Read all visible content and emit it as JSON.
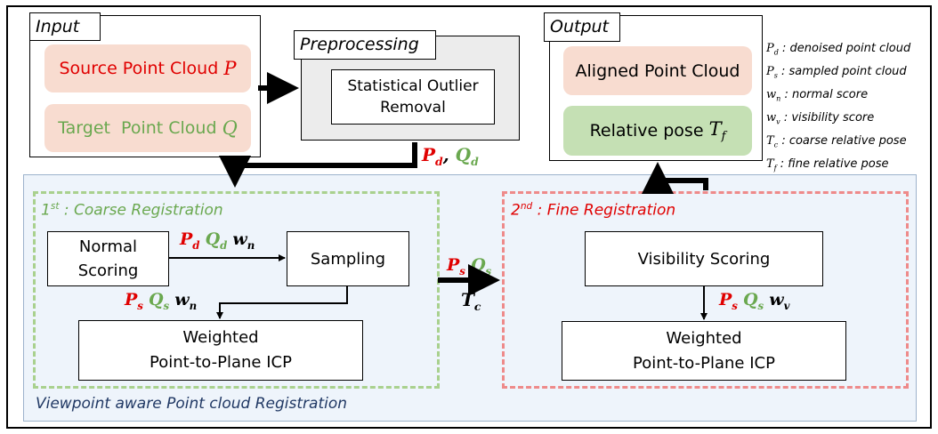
{
  "input": {
    "title": "Input",
    "source_text": "Source Point Cloud",
    "source_sym": "P",
    "target_text": "Target  Point Cloud",
    "target_sym": "Q"
  },
  "preprocessing": {
    "title": "Preprocessing",
    "box_line1": "Statistical Outlier",
    "box_line2": "Removal",
    "out_p": "P",
    "out_p_sub": "d",
    "sep": ", ",
    "out_q": "Q",
    "out_q_sub": "d"
  },
  "output": {
    "title": "Output",
    "aligned": "Aligned Point Cloud",
    "relative_text": "Relative pose",
    "relative_sym": "T",
    "relative_sub": "f"
  },
  "legend": [
    {
      "sym": "P",
      "sub": "d",
      "desc": " : denoised point cloud"
    },
    {
      "sym": "P",
      "sub": "s",
      "desc": " : sampled point cloud"
    },
    {
      "sym": "w",
      "sub": "n",
      "desc": " : normal score"
    },
    {
      "sym": "w",
      "sub": "v",
      "desc": " : visibility score"
    },
    {
      "sym": "T",
      "sub": "c",
      "desc": " : coarse relative pose"
    },
    {
      "sym": "T",
      "sub": "f",
      "desc": " : fine relative pose"
    }
  ],
  "coarse": {
    "title_num": "1",
    "title_sup": "st",
    "title_rest": " : Coarse Registration",
    "normal_line1": "Normal",
    "normal_line2": "Scoring",
    "sampling": "Sampling",
    "weighted_line1": "Weighted",
    "weighted_line2": "Point-to-Plane ICP",
    "arrow1": {
      "p": "P",
      "p_sub": "d",
      "q": "Q",
      "q_sub": "d",
      "w": "w",
      "w_sub": "n"
    },
    "arrow2": {
      "p": "P",
      "p_sub": "s",
      "q": "Q",
      "q_sub": "s",
      "w": "w",
      "w_sub": "n"
    }
  },
  "transfer": {
    "p": "P",
    "p_sub": "s",
    "q": "Q",
    "q_sub": "s",
    "t": "T",
    "t_sub": "c"
  },
  "fine": {
    "title_num": "2",
    "title_sup": "nd",
    "title_rest": " : Fine Registration",
    "visibility": "Visibility Scoring",
    "weighted_line1": "Weighted",
    "weighted_line2": "Point-to-Plane ICP",
    "arrow": {
      "p": "P",
      "p_sub": "s",
      "q": "Q",
      "q_sub": "s",
      "w": "w",
      "w_sub": "v"
    }
  },
  "footer": "Viewpoint aware Point cloud Registration",
  "colors": {
    "red": "#e00000",
    "green": "#6aa84f",
    "peach": "#f8dcd0",
    "mint": "#c5e0b4",
    "blue_panel": "#eef4fb",
    "gray_panel": "#ececec",
    "dash_green": "#a9d18e",
    "dash_red": "#ee8a8a",
    "footer_blue": "#203864"
  }
}
